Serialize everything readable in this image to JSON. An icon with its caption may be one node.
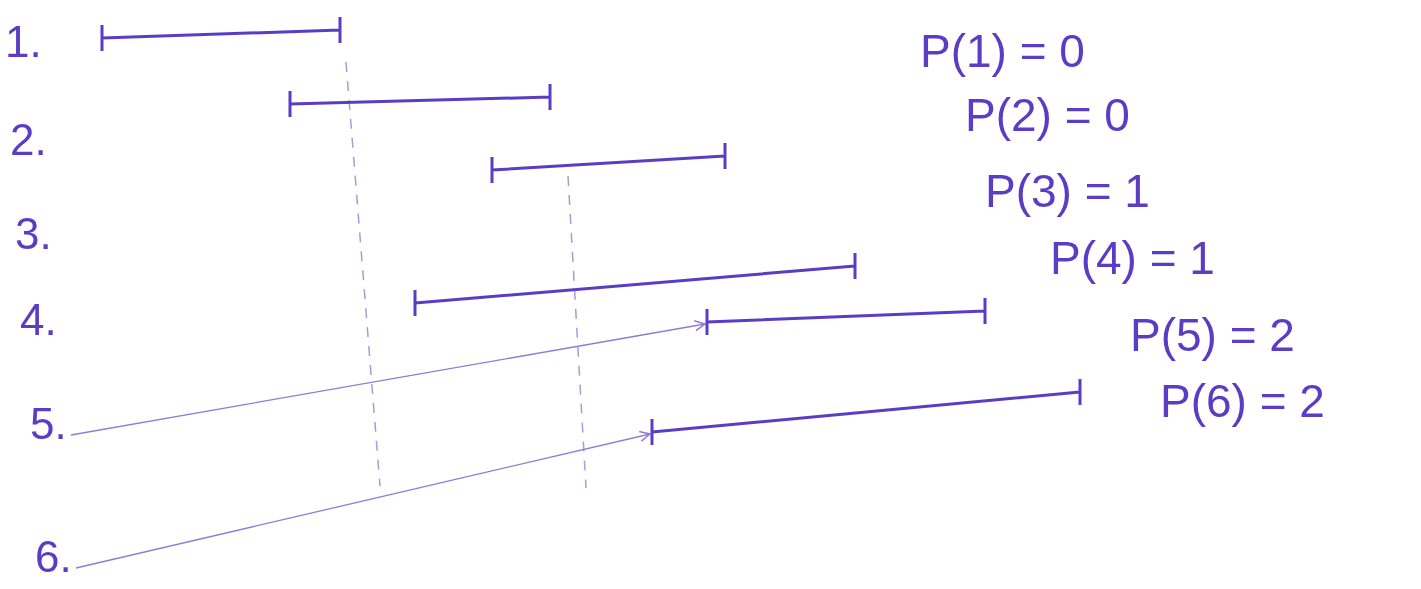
{
  "diagram": {
    "nodes": [
      {
        "text": [],
        "shape": "bar"
      },
      {
        "text": [],
        "shape": "bar"
      },
      {
        "text": [],
        "shape": "bar"
      },
      {
        "text": [],
        "shape": "bar"
      },
      {
        "text": [],
        "shape": "bar"
      },
      {
        "text": [],
        "shape": "bar"
      },
      {
        "text": [
          "5."
        ]
      },
      {
        "text": [
          "6."
        ]
      }
    ],
    "edges": [
      {
        "from": 6,
        "to": 4,
        "arrow": "to"
      },
      {
        "from": 7,
        "to": 5,
        "arrow": "to"
      }
    ],
    "labels": [
      "1.",
      "2.",
      "3.",
      "4.",
      "P(1) = 0",
      "P(2) = 0",
      "P(3) = 1",
      "P(4) = 1",
      "P(5) = 2",
      "P(6) = 2"
    ]
  }
}
